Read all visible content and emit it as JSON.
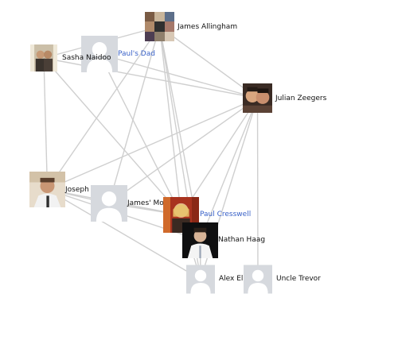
{
  "colors": {
    "edge": "#cfcfcf",
    "link": "#3a62c8",
    "text": "#111111",
    "placeholder": "#d6d9de"
  },
  "nodes": [
    {
      "id": "james-allingham",
      "name": "James Allingham",
      "photo": "photo",
      "is_link": false
    },
    {
      "id": "pauls-dad",
      "name": "Paul's Dad",
      "photo": "placeholder",
      "is_link": true
    },
    {
      "id": "sasha-naidoo",
      "name": "Sasha Naidoo",
      "photo": "photo",
      "is_link": false
    },
    {
      "id": "julian-zeegers",
      "name": "Julian Zeegers",
      "photo": "photo",
      "is_link": false
    },
    {
      "id": "joseph",
      "name": "Joseph",
      "photo": "photo",
      "is_link": false
    },
    {
      "id": "james-mo",
      "name": "James' Mo",
      "photo": "placeholder",
      "is_link": false
    },
    {
      "id": "paul-cresswell",
      "name": "Paul Cresswell",
      "photo": "photo",
      "is_link": true
    },
    {
      "id": "nathan-haag",
      "name": "Nathan Haag",
      "photo": "photo",
      "is_link": false
    },
    {
      "id": "alex-eliasov",
      "name": "Alex Eliasov",
      "photo": "placeholder",
      "is_link": false
    },
    {
      "id": "uncle-trevor",
      "name": "Uncle Trevor",
      "photo": "placeholder",
      "is_link": false
    }
  ],
  "edges": [
    [
      "james-allingham",
      "julian-zeegers"
    ],
    [
      "james-allingham",
      "sasha-naidoo"
    ],
    [
      "james-allingham",
      "joseph"
    ],
    [
      "james-allingham",
      "james-mo"
    ],
    [
      "james-allingham",
      "paul-cresswell"
    ],
    [
      "james-allingham",
      "nathan-haag"
    ],
    [
      "james-allingham",
      "alex-eliasov"
    ],
    [
      "sasha-naidoo",
      "julian-zeegers"
    ],
    [
      "sasha-naidoo",
      "joseph"
    ],
    [
      "sasha-naidoo",
      "paul-cresswell"
    ],
    [
      "pauls-dad",
      "julian-zeegers"
    ],
    [
      "pauls-dad",
      "paul-cresswell"
    ],
    [
      "julian-zeegers",
      "joseph"
    ],
    [
      "julian-zeegers",
      "paul-cresswell"
    ],
    [
      "julian-zeegers",
      "nathan-haag"
    ],
    [
      "julian-zeegers",
      "alex-eliasov"
    ],
    [
      "julian-zeegers",
      "uncle-trevor"
    ],
    [
      "julian-zeegers",
      "james-mo"
    ],
    [
      "joseph",
      "paul-cresswell"
    ],
    [
      "joseph",
      "nathan-haag"
    ],
    [
      "joseph",
      "alex-eliasov"
    ],
    [
      "joseph",
      "james-mo"
    ],
    [
      "james-mo",
      "paul-cresswell"
    ],
    [
      "paul-cresswell",
      "nathan-haag"
    ],
    [
      "paul-cresswell",
      "alex-eliasov"
    ],
    [
      "nathan-haag",
      "alex-eliasov"
    ]
  ]
}
